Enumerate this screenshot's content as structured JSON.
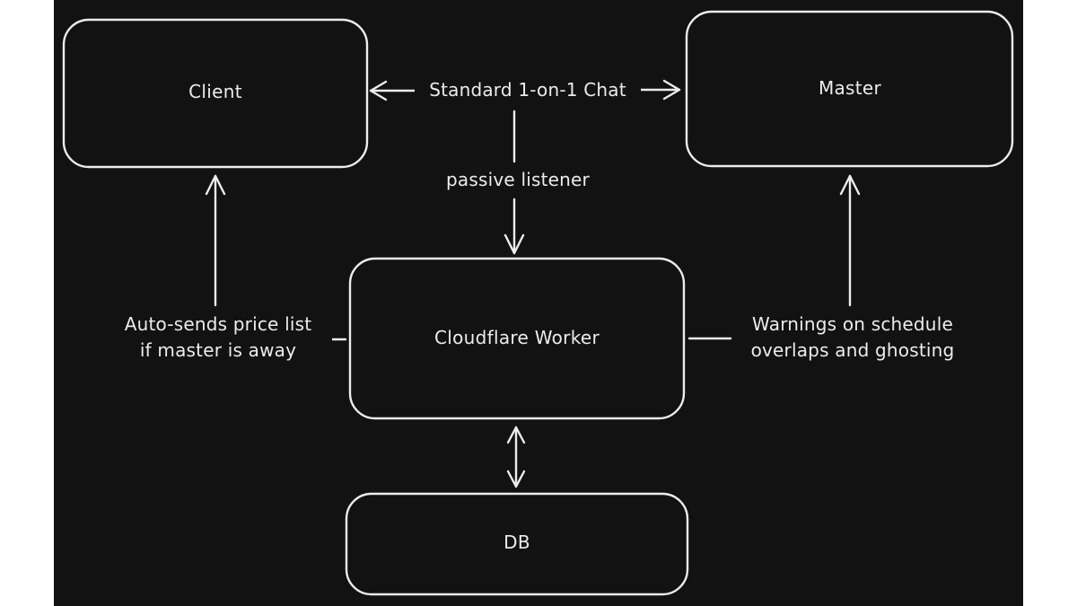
{
  "diagram": {
    "background": "#121212",
    "stroke_color": "#ececec",
    "nodes": {
      "client": "Client",
      "master": "Master",
      "worker": "Cloudflare Worker",
      "db": "DB"
    },
    "edges": {
      "chat": "Standard 1-on-1 Chat",
      "passive": "passive listener",
      "autosend_line1": "Auto-sends price list",
      "autosend_line2": "if master is away",
      "warnings_line1": "Warnings on schedule",
      "warnings_line2": "overlaps and ghosting"
    }
  }
}
